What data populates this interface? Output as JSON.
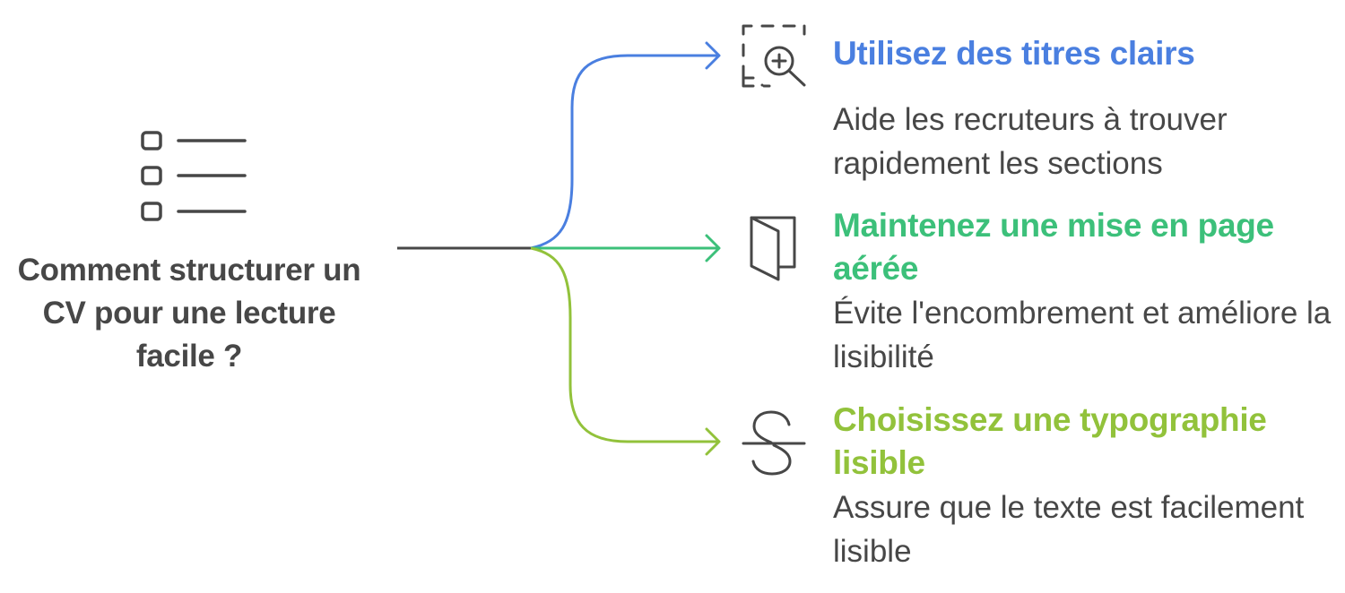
{
  "question": {
    "text": "Comment structurer un CV pour une lecture facile ?",
    "icon": "checklist-icon",
    "color": "#474747"
  },
  "branches": [
    {
      "title": "Utilisez des titres clairs",
      "description": "Aide les recruteurs à trouver rapidement les sections",
      "color": "#4a7fe0",
      "icon": "zoom-in-icon"
    },
    {
      "title": "Maintenez une mise en page aérée",
      "description": "Évite l'encombrement et améliore la lisibilité",
      "color": "#3cc07a",
      "icon": "open-book-icon"
    },
    {
      "title": "Choisissez une typographie lisible",
      "description": "Assure que le texte est facilement lisible",
      "color": "#92c23b",
      "icon": "strikethrough-icon"
    }
  ]
}
